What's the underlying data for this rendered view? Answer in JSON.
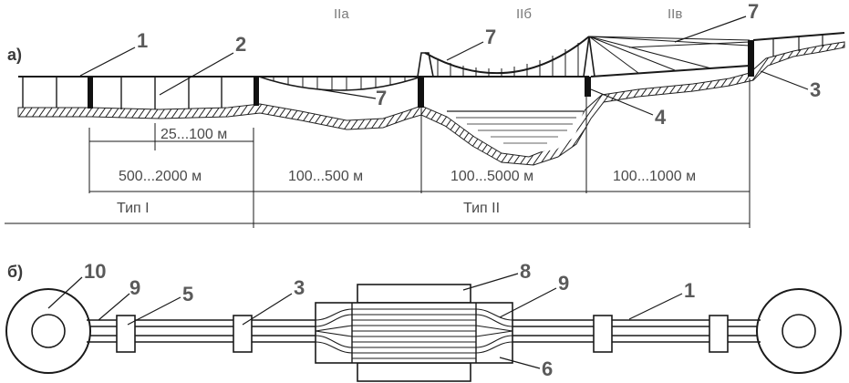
{
  "part_a": {
    "label": "а)",
    "sections": [
      "IIа",
      "IIб",
      "IIв"
    ],
    "dimensions": {
      "tower_spacing": "25...100 м",
      "type1_length": "500...2000 м",
      "seg_IIa": "100...500 м",
      "seg_IIb": "100...5000 м",
      "seg_IIv": "100...1000 м"
    },
    "types": [
      "Тип I",
      "Тип II"
    ],
    "callouts": [
      "1",
      "2",
      "7",
      "7",
      "7",
      "3",
      "4"
    ]
  },
  "part_b": {
    "label": "б)",
    "callouts": [
      "10",
      "9",
      "5",
      "3",
      "8",
      "9",
      "1",
      "6"
    ]
  }
}
